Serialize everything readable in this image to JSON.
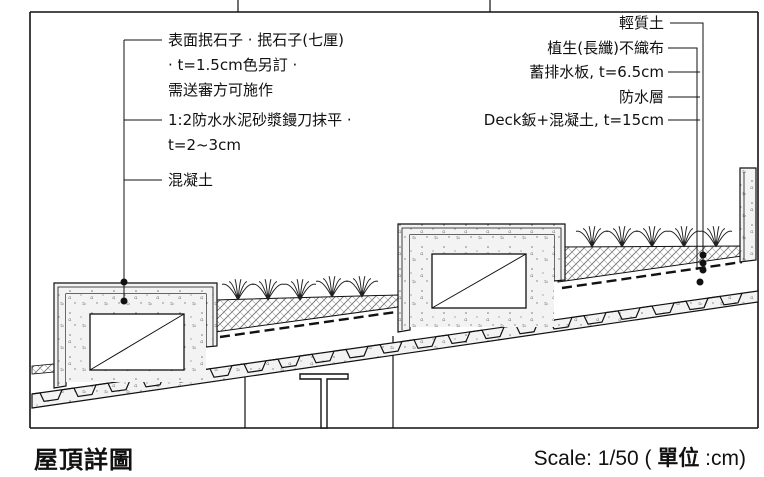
{
  "title": "屋頂詳圖",
  "scale": {
    "prefix": "Scale: 1/50 ( ",
    "unit_label": "單位",
    "suffix": " :cm)"
  },
  "left_labels": [
    "表面抿石子 · 抿石子(七厘)",
    "· t=1.5cm色另訂 ·",
    "需送審方可施作",
    "1:2防水水泥砂漿鏝刀抹平 ·",
    "t=2~3cm",
    "混凝土"
  ],
  "right_labels": [
    "輕質土",
    "植生(長纖)不織布",
    "蓄排水板, t=6.5cm",
    "防水層",
    "Deck鈑+混凝土, t=15cm"
  ]
}
